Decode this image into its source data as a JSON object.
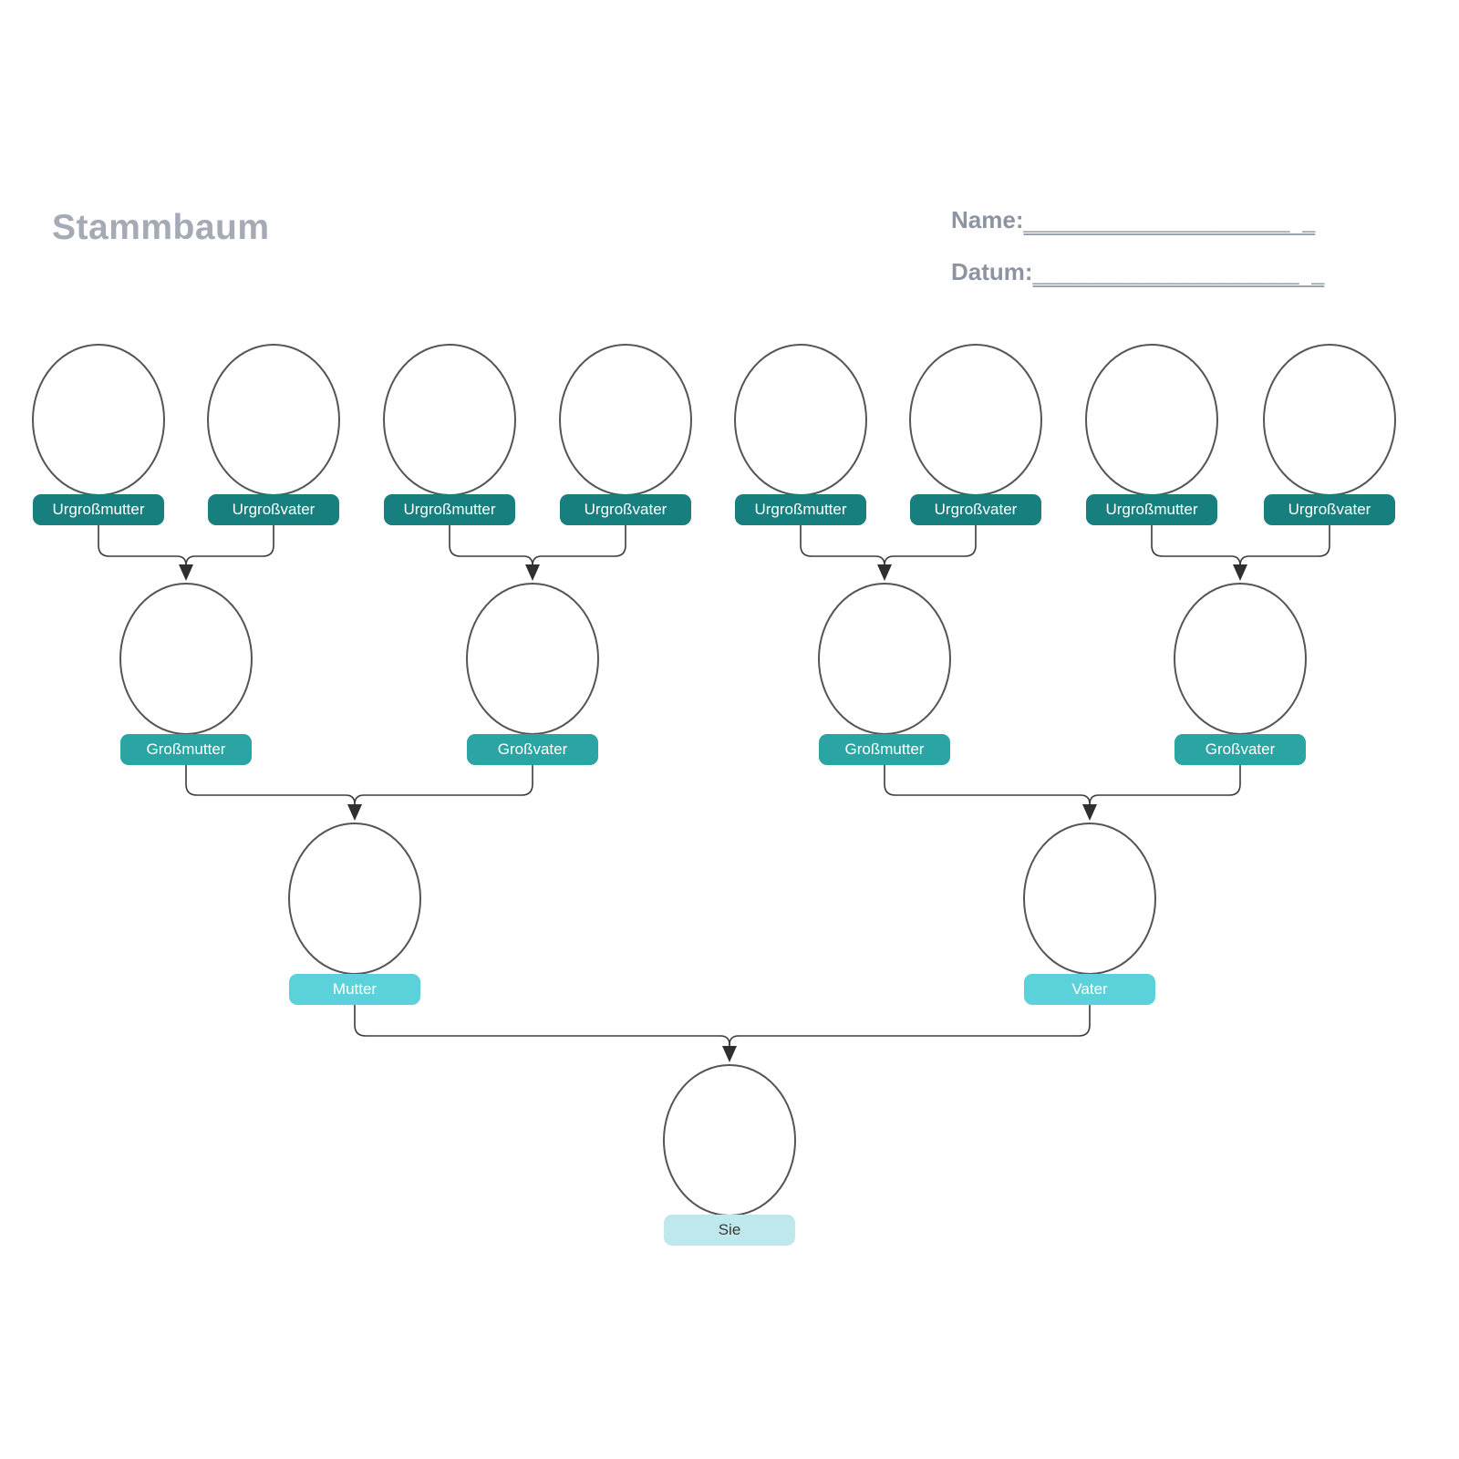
{
  "title": "Stammbaum",
  "form": {
    "name_label": "Name:",
    "name_fill": "_____________________  _",
    "datum_label": "Datum:",
    "datum_fill": "_____________________  _"
  },
  "tree": {
    "great_grandparents": [
      {
        "label": "Urgroßmutter"
      },
      {
        "label": "Urgroßvater"
      },
      {
        "label": "Urgroßmutter"
      },
      {
        "label": "Urgroßvater"
      },
      {
        "label": "Urgroßmutter"
      },
      {
        "label": "Urgroßvater"
      },
      {
        "label": "Urgroßmutter"
      },
      {
        "label": "Urgroßvater"
      }
    ],
    "grandparents": [
      {
        "label": "Großmutter"
      },
      {
        "label": "Großvater"
      },
      {
        "label": "Großmutter"
      },
      {
        "label": "Großvater"
      }
    ],
    "parents": [
      {
        "label": "Mutter"
      },
      {
        "label": "Vater"
      }
    ],
    "self": {
      "label": "Sie"
    }
  },
  "colors": {
    "great_grandparent_label": "#17807f",
    "grandparent_label": "#2aa5a4",
    "parent_label": "#5bd1d9",
    "self_label": "#bee8ec",
    "label_text": "#ffffff",
    "self_label_text": "#3a3a3a",
    "oval_stroke": "#555555",
    "connector": "#3b3b3b",
    "title_text": "#a5abb5",
    "form_text": "#8c94a1",
    "form_line": "#9aa2ae"
  }
}
